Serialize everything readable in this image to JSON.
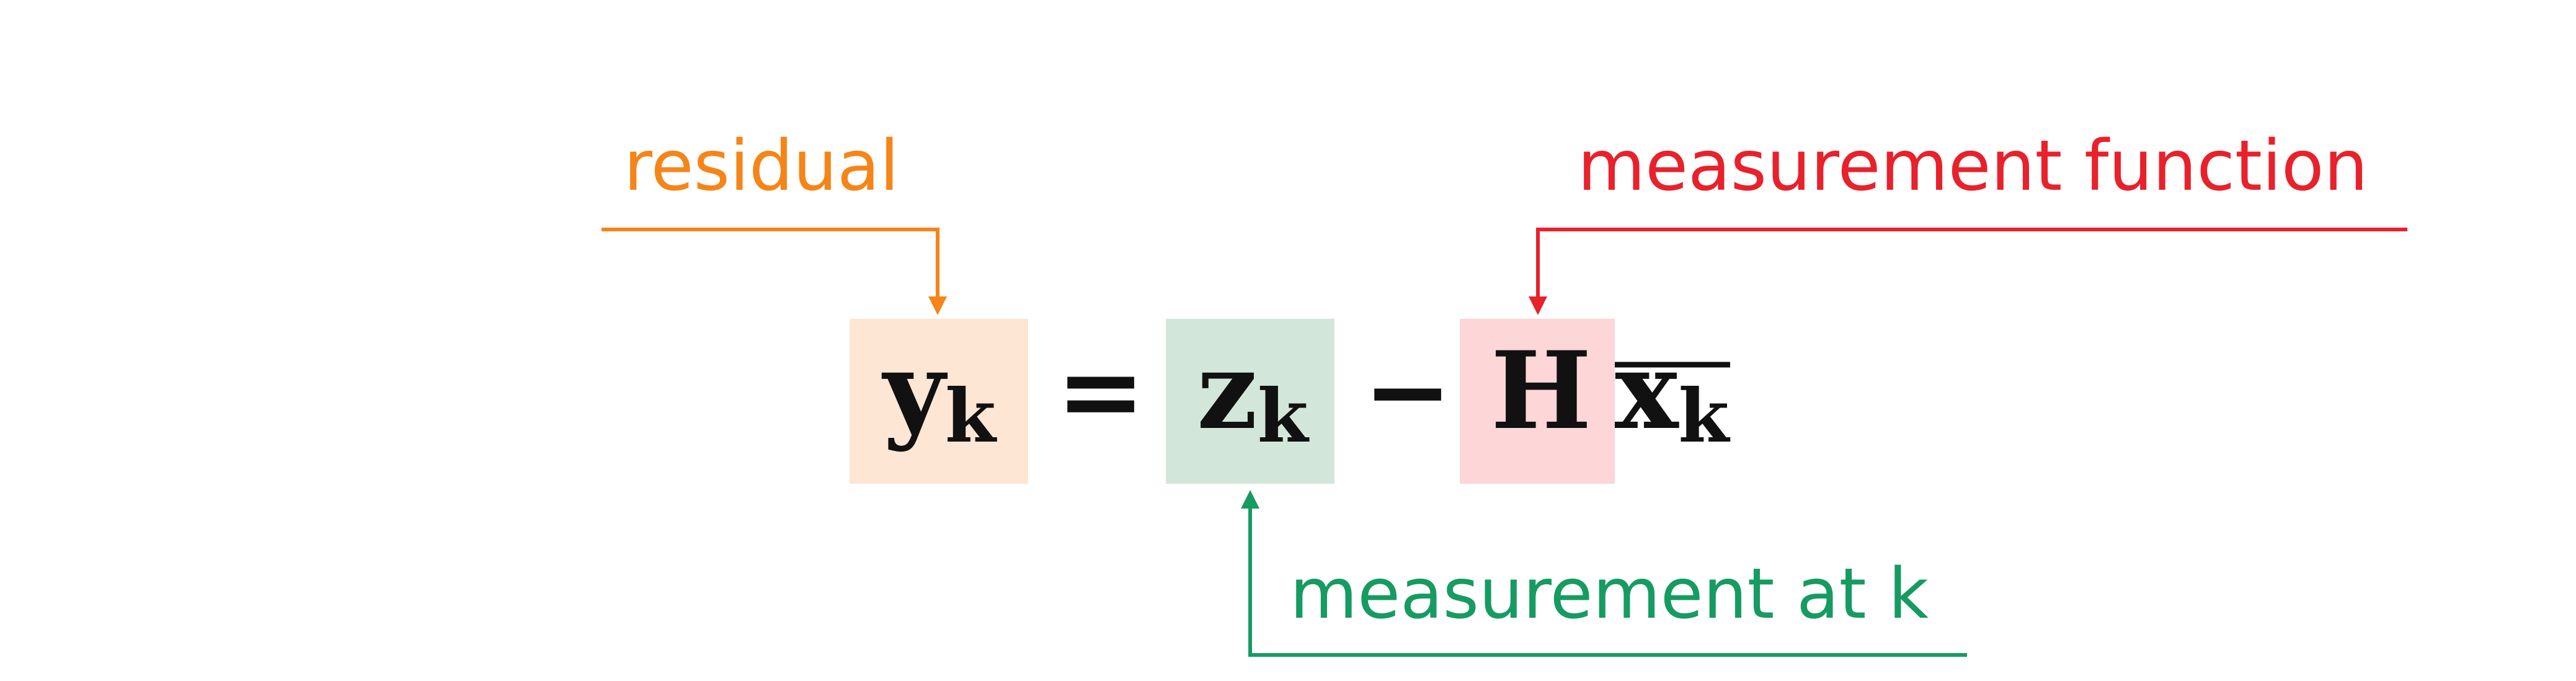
{
  "equation": {
    "lhs": {
      "symbol": "y",
      "subscript": "k"
    },
    "equals": "=",
    "measurement": {
      "symbol": "z",
      "subscript": "k"
    },
    "minus": "−",
    "matrix": {
      "symbol": "H"
    },
    "state": {
      "symbol": "x",
      "subscript": "k"
    }
  },
  "annotations": {
    "residual": {
      "text": "residual",
      "color": "#f58518"
    },
    "measurement_function": {
      "text": "measurement function",
      "color": "#e8212b"
    },
    "measurement_at_k": {
      "text": "measurement at k",
      "color": "#169b62"
    }
  },
  "colors": {
    "residual_box": "#fde6d4",
    "measurement_box": "#d2e7da",
    "function_box": "#fdd6d8",
    "text_dark": "#111111"
  }
}
